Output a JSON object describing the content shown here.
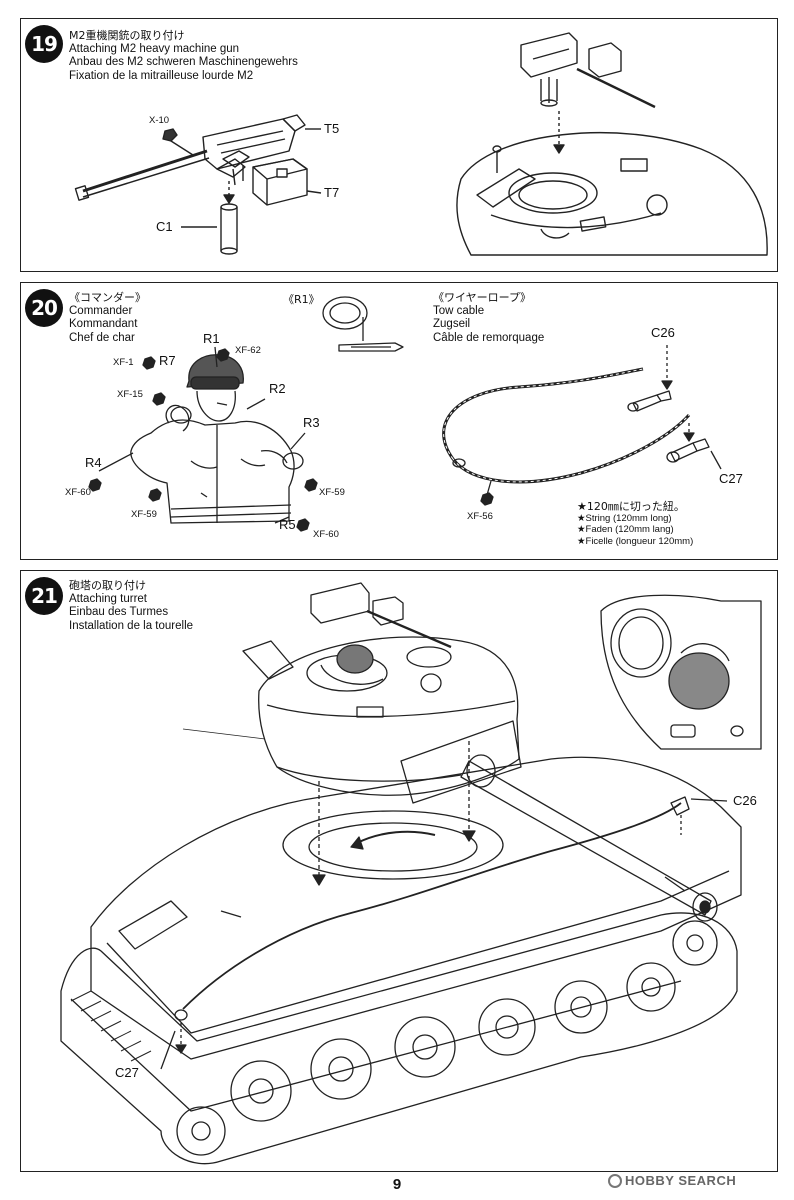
{
  "step19": {
    "number": "19",
    "title_jp": "M2重機関銃の取り付け",
    "title_en": "Attaching M2 heavy machine gun",
    "title_de": "Anbau des M2 schweren Maschinengewehrs",
    "title_fr": "Fixation de la mitrailleuse lourde M2",
    "labels": {
      "x10": "X-10",
      "t5": "T5",
      "t7": "T7",
      "c1": "C1"
    }
  },
  "step20": {
    "number": "20",
    "commander": {
      "title_jp": "《コマンダー》",
      "title_en": "Commander",
      "title_de": "Kommandant",
      "title_fr": "Chef de char"
    },
    "r1_box": "《R1》",
    "labels": {
      "r1": "R1",
      "r2": "R2",
      "r3": "R3",
      "r4": "R4",
      "r5": "R5",
      "r7": "R7",
      "xf1": "XF-1",
      "xf62": "XF-62",
      "xf15": "XF-15",
      "xf59a": "XF-59",
      "xf59b": "XF-59",
      "xf60a": "XF-60",
      "xf60b": "XF-60",
      "xf56": "XF-56",
      "c26": "C26",
      "c27": "C27"
    },
    "tow_cable": {
      "title_jp": "《ワイヤーロープ》",
      "title_en": "Tow cable",
      "title_de": "Zugseil",
      "title_fr": "Câble de remorquage"
    },
    "string_note": {
      "jp": "★120㎜に切った紐。",
      "en": "★String (120mm long)",
      "de": "★Faden (120mm lang)",
      "fr": "★Ficelle (longueur 120mm)"
    }
  },
  "step21": {
    "number": "21",
    "title_jp": "砲塔の取り付け",
    "title_en": "Attaching turret",
    "title_de": "Einbau des Turmes",
    "title_fr": "Installation de la tourelle",
    "labels": {
      "c26": "C26",
      "c27": "C27"
    }
  },
  "footer": {
    "page_number": "9",
    "watermark": "HOBBY SEARCH"
  }
}
